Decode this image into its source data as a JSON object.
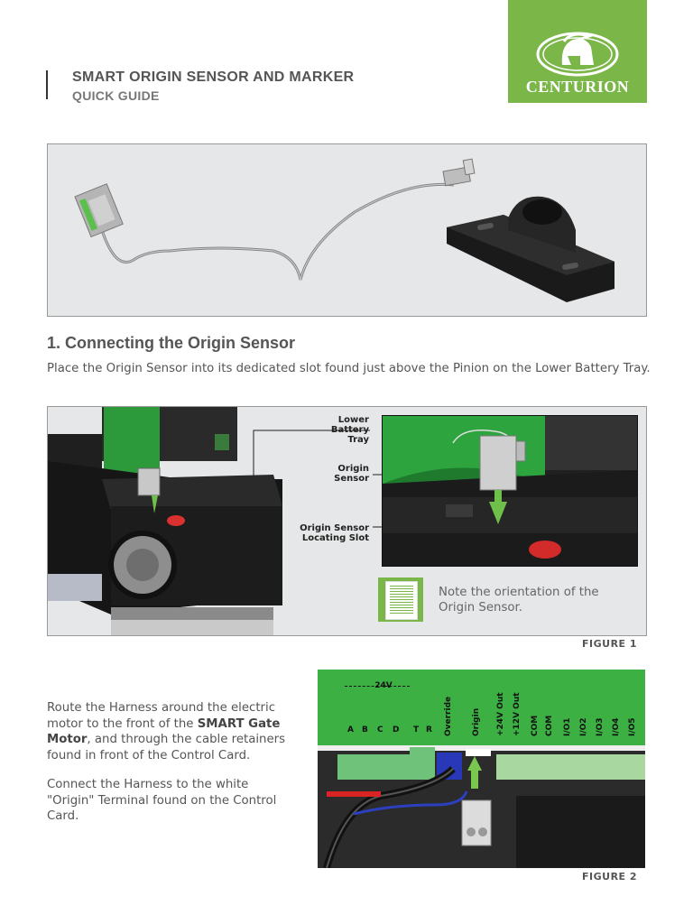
{
  "header": {
    "title": "SMART ORIGIN SENSOR AND MARKER",
    "subtitle": "QUICK GUIDE",
    "logo_text": "CENTURION"
  },
  "section1": {
    "heading": "1. Connecting the Origin Sensor",
    "intro": "Place the Origin Sensor into its dedicated slot found just above the Pinion on the Lower Battery Tray."
  },
  "figure1": {
    "callouts": {
      "lower_battery_tray": [
        "Lower",
        "Battery",
        "Tray"
      ],
      "origin_sensor": [
        "Origin",
        "Sensor"
      ],
      "locating_slot": [
        "Origin Sensor",
        "Locating Slot"
      ]
    },
    "note": [
      "Note the orientation of the",
      "Origin Sensor."
    ],
    "caption": "FIGURE 1"
  },
  "section2": {
    "para1_before": "Route the Harness around the electric motor to the front of the ",
    "para1_bold": "SMART Gate Motor",
    "para1_after": ", and through the cable retainers found in front of the Control Card.",
    "para2": "Connect the Harness to the white \"Origin\" Terminal found on the Control Card."
  },
  "figure2": {
    "voltage_label": "24V",
    "terminal_labels": [
      "A",
      "B",
      "C",
      "D",
      "T",
      "R",
      "Override",
      "Origin",
      "+24V Out",
      "+12V Out",
      "COM",
      "COM",
      "I/O1",
      "I/O2",
      "I/O3",
      "I/O4",
      "I/O5"
    ],
    "caption": "FIGURE 2"
  },
  "colors": {
    "brand_green": "#7ab648",
    "panel_bg": "#e6e7e8"
  }
}
